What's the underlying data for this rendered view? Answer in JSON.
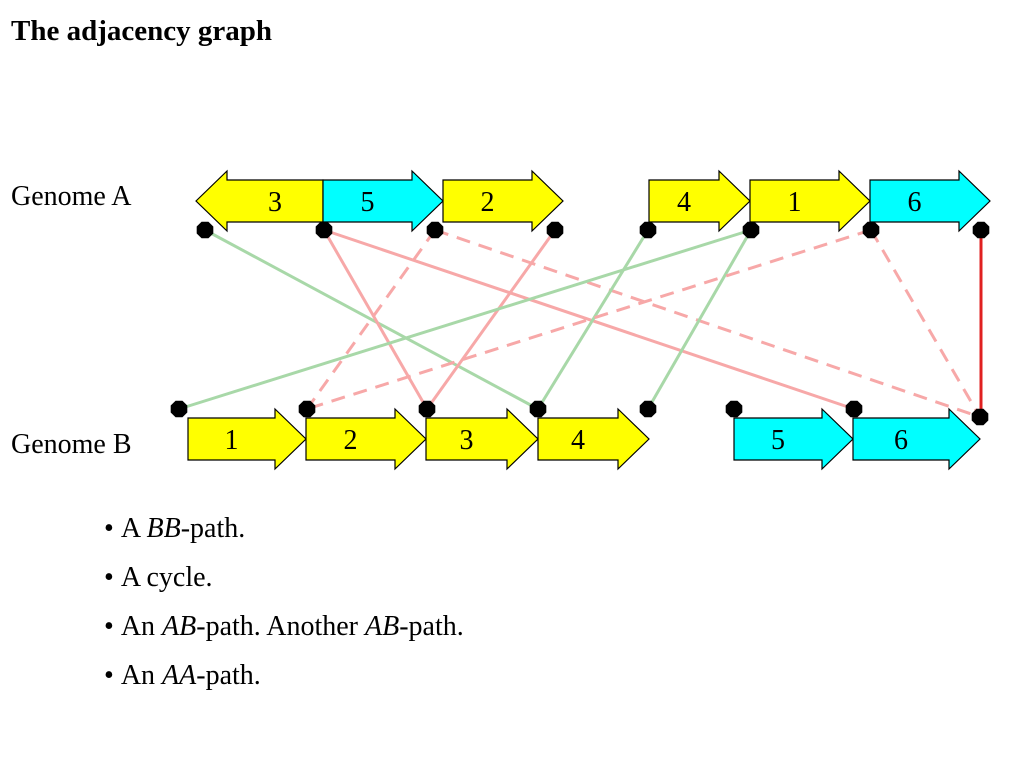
{
  "title": "The adjacency graph",
  "genome_a": {
    "label": "Genome A",
    "genes": [
      {
        "label": "3",
        "direction": "left",
        "color": "#ffff00"
      },
      {
        "label": "5",
        "direction": "right",
        "color": "#00ffff"
      },
      {
        "label": "2",
        "direction": "right",
        "color": "#ffff00"
      },
      {
        "label": "4",
        "direction": "right",
        "color": "#ffff00"
      },
      {
        "label": "1",
        "direction": "right",
        "color": "#ffff00"
      },
      {
        "label": "6",
        "direction": "right",
        "color": "#00ffff"
      }
    ]
  },
  "genome_b": {
    "label": "Genome B",
    "genes": [
      {
        "label": "1",
        "direction": "right",
        "color": "#ffff00"
      },
      {
        "label": "2",
        "direction": "right",
        "color": "#ffff00"
      },
      {
        "label": "3",
        "direction": "right",
        "color": "#ffff00"
      },
      {
        "label": "4",
        "direction": "right",
        "color": "#ffff00"
      },
      {
        "label": "5",
        "direction": "right",
        "color": "#00ffff"
      },
      {
        "label": "6",
        "direction": "right",
        "color": "#00ffff"
      }
    ]
  },
  "edges": [
    {
      "a": 0,
      "b": 3,
      "kind": "ab-path",
      "color": "#a8d8a8",
      "style": "solid"
    },
    {
      "a": 1,
      "b": 2,
      "kind": "cycle",
      "color": "#f7a8a8",
      "style": "solid"
    },
    {
      "a": 1,
      "b": 6,
      "kind": "cycle",
      "color": "#f7a8a8",
      "style": "solid"
    },
    {
      "a": 2,
      "b": 1,
      "kind": "bb-path",
      "color": "#f7a8a8",
      "style": "dashed"
    },
    {
      "a": 2,
      "b": 7,
      "kind": "bb-path",
      "color": "#f7a8a8",
      "style": "dashed"
    },
    {
      "a": 3,
      "b": 2,
      "kind": "cycle",
      "color": "#f7a8a8",
      "style": "solid"
    },
    {
      "a": 4,
      "b": 3,
      "kind": "ab-path",
      "color": "#a8d8a8",
      "style": "solid"
    },
    {
      "a": 5,
      "b": 0,
      "kind": "ab-path",
      "color": "#a8d8a8",
      "style": "solid"
    },
    {
      "a": 5,
      "b": 4,
      "kind": "ab-path",
      "color": "#a8d8a8",
      "style": "solid"
    },
    {
      "a": 6,
      "b": 1,
      "kind": "bb-path",
      "color": "#f7a8a8",
      "style": "dashed"
    },
    {
      "a": 6,
      "b": 7,
      "kind": "bb-path",
      "color": "#f7a8a8",
      "style": "dashed"
    },
    {
      "a": 7,
      "b": 8,
      "kind": "aa-path",
      "color": "#e02020",
      "style": "solid"
    }
  ],
  "bullets": [
    [
      {
        "text": "A "
      },
      {
        "text": "BB",
        "italic": true
      },
      {
        "text": "-path."
      }
    ],
    [
      {
        "text": "A cycle."
      }
    ],
    [
      {
        "text": "An "
      },
      {
        "text": "AB",
        "italic": true
      },
      {
        "text": "-path. Another "
      },
      {
        "text": "AB",
        "italic": true
      },
      {
        "text": "-path."
      }
    ],
    [
      {
        "text": "An "
      },
      {
        "text": "AA",
        "italic": true
      },
      {
        "text": "-path."
      }
    ]
  ]
}
